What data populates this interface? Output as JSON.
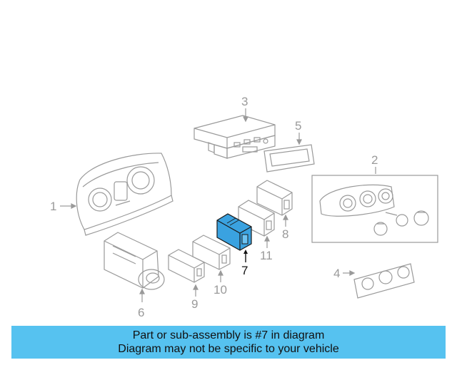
{
  "callouts": [
    "1",
    "2",
    "3",
    "4",
    "5",
    "6",
    "7",
    "8",
    "9",
    "10",
    "11"
  ],
  "highlighted_part": "7",
  "colors": {
    "highlight": "#56c2f0",
    "part_fill": "#3aa2e0",
    "line": "#9a9a9a"
  },
  "banner": {
    "line1": "Part or sub-assembly is #7 in diagram",
    "line2": "Diagram may not be specific to your vehicle"
  }
}
